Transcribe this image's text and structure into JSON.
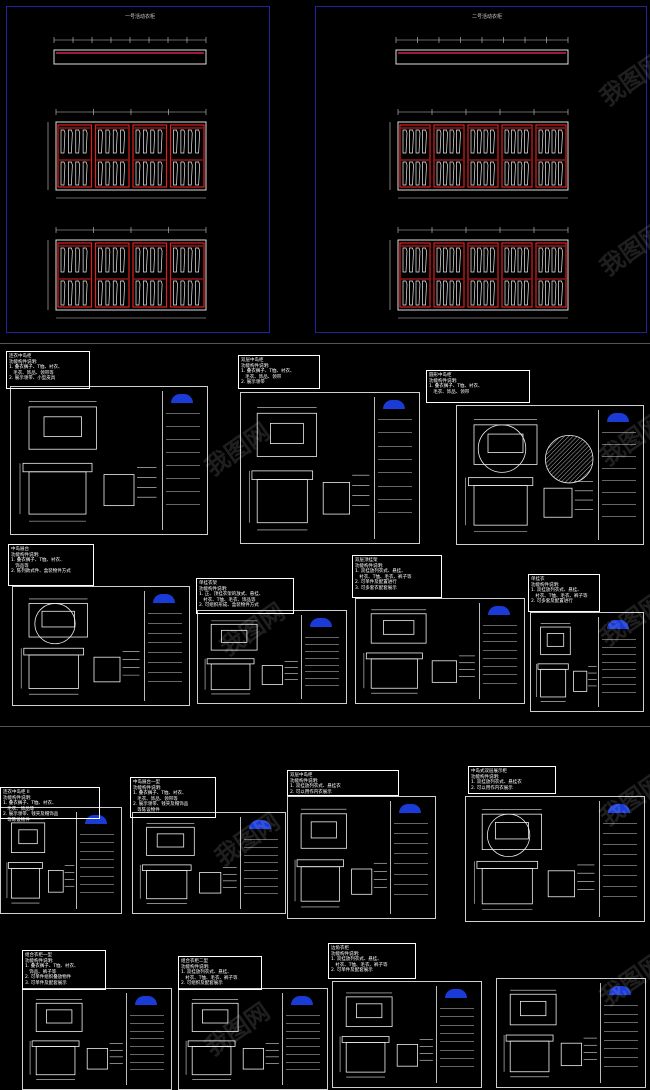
{
  "top_panels": [
    {
      "title": "一号活动衣柜"
    },
    {
      "title": "二号活动衣柜"
    }
  ],
  "sheets": [
    {
      "note": "连衣中岛柜\n功能构件说明:\n1. 叠衣搁子、T恤、衬衣、\n   毛衣、饰品、领带等\n2. 展示领带、小型皮具"
    },
    {
      "note": "双层中岛柜\n功能构件说明:\n1. 叠衣搁子、T恤、衬衣、\n   毛衣、饰品、领带\n2. 展示领带"
    },
    {
      "note": "圆形中岛柜\n功能构件说明:\n1. 叠衣搁子、T恤、衬衣、\n   毛衣、饰品、领带"
    },
    {
      "note": "中岛展台\n功能构件说明:\n1. 叠衣搁子、T恤、衬衣、\n   饰品等\n2. 陈列款式件、盒装物件方式"
    },
    {
      "note": "单挂衣架\n功能构件说明:\n1. 正、顶挂衣架的放式、悬挂、\n   衬衣、T恤、毛衣、饰品等\n2. 可组织形成、盒装物件方式"
    },
    {
      "note": "双层顶挂架\n功能构件说明:\n1. 双挂放列衣式、悬挂、\n   衬衣、T恤、毛衣、裤子等\n2. 可单件及配置进行\n3. 可多套衣配套展示"
    },
    {
      "note": "单挂衣\n功能构件说明:\n1. 双挂放列衣式、悬挂、\n   衬衣、T恤、毛衣、裤子等\n2. 可多套及配置进行"
    },
    {
      "note": "连衣中岛柜 II\n功能构件说明:\n1. 叠衣搁子、T恤、衬衣、\n   毛衣、饰品等\n2. 展示领带、钱夹及帽饰品\n   等陈设物件"
    },
    {
      "note": "中岛展台一型\n功能构件说明:\n1. 叠衣搁子、T恤、衬衣、\n   毛衣、饰品、领带等\n2. 展示领带、钱夹及帽饰品\n   等陈设物件"
    },
    {
      "note": "双层中岛柜\n功能构件说明:\n1. 双挂放列衣式、悬挂衣\n2. 可以用作内衣展示"
    },
    {
      "note": "中岛式双层展示柜\n功能构件说明:\n1. 双挂放列衣式、悬挂衣\n2. 可以用作内衣展示"
    },
    {
      "note": "组合衣柜一型\n功能构件说明:\n1. 叠衣搁子、T恤、衬衣、\n   饰品、裤子等\n2. 可单件组织叠放物件\n3. 可单件及配套展示"
    },
    {
      "note": "组合衣柜二型\n功能构件说明:\n1. 双挂放列衣式、悬挂、\n   衬衣、T恤、毛衣、裤子等\n2. 可组织及配套展示"
    },
    {
      "note": "边角衣柜\n功能构件说明:\n1. 双挂放列衣式、悬挂、\n   衬衣、T恤、毛衣、裤子等\n2. 可单件及配套展示"
    }
  ],
  "watermark": "我图网"
}
